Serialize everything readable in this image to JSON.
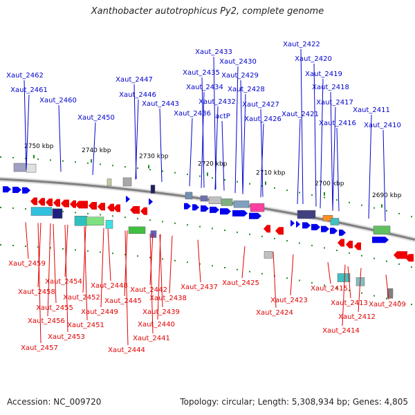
{
  "title": "Xanthobacter autotrophicus Py2, complete genome",
  "footer": {
    "accession": "Accession: NC_009720",
    "info": "Topology: circular; Length: 5,308,934 bp; Genes: 4,805"
  },
  "colors": {
    "forward_label": "#0000cc",
    "reverse_label": "#e00000",
    "forward_gene": "#0000ee",
    "reverse_gene": "#ee0000",
    "backbone": "#808080",
    "tick": "#228b22"
  },
  "scale_labels": [
    "2750 kbp",
    "2740 kbp",
    "2730 kbp",
    "2720 kbp",
    "2710 kbp",
    "2700 kbp",
    "2690 kbp"
  ],
  "forward_genes": [
    "Xaut_2462",
    "Xaut_2461",
    "Xaut_2460",
    "Xaut_2450",
    "Xaut_2447",
    "Xaut_2446",
    "Xaut_2443",
    "Xaut_2436",
    "Xaut_2435",
    "Xaut_2434",
    "Xaut_2433",
    "Xaut_2432",
    "actP",
    "Xaut_2430",
    "Xaut_2429",
    "Xaut_2428",
    "Xaut_2427",
    "Xaut_2426",
    "Xaut_2422",
    "Xaut_2421",
    "Xaut_2420",
    "Xaut_2419",
    "Xaut_2418",
    "Xaut_2417",
    "Xaut_2416",
    "Xaut_2411",
    "Xaut_2410"
  ],
  "reverse_genes": [
    "Xaut_2459",
    "Xaut_2458",
    "Xaut_2457",
    "Xaut_2456",
    "Xaut_2455",
    "Xaut_2454",
    "Xaut_2453",
    "Xaut_2452",
    "Xaut_2451",
    "Xaut_2449",
    "Xaut_2448",
    "Xaut_2445",
    "Xaut_2444",
    "Xaut_2442",
    "Xaut_2441",
    "Xaut_2440",
    "Xaut_2439",
    "Xaut_2438",
    "Xaut_2437",
    "Xaut_2425",
    "Xaut_2424",
    "Xaut_2423",
    "Xaut_2415",
    "Xaut_2414",
    "Xaut_2413",
    "Xaut_2412",
    "Xaut_2409"
  ]
}
